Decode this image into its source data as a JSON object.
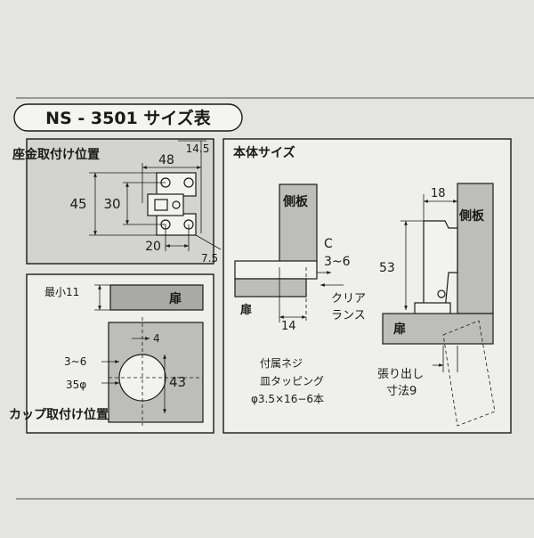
{
  "title": "NS - 3501 サイズ表",
  "base_section": {
    "label": "座金取付け位置",
    "dim_top": "48",
    "dim_corner": "14.5",
    "dim_left_outer": "45",
    "dim_left_inner": "30",
    "dim_bottom": "20",
    "dim_bottom_right": "7.5"
  },
  "cup_section": {
    "label": "カップ取付け位置",
    "min_label": "最小11",
    "door_label": "扉",
    "dim_offset": "3~6",
    "dim_diameter": "35φ",
    "dim_small": "4",
    "dim_height": "43"
  },
  "body_section": {
    "label": "本体サイズ",
    "side_panel_left": "側板",
    "side_panel_right": "側板",
    "door_left": "扉",
    "door_right": "扉",
    "clearance_c": "C",
    "clearance_range": "3~6",
    "clearance_label_1": "クリア",
    "clearance_label_2": "ランス",
    "dim_14": "14",
    "dim_18": "18",
    "dim_53": "53",
    "screw_1": "付属ネジ",
    "screw_2": "皿タッピング",
    "screw_3": "φ3.5×16−6本",
    "projection_1": "張り出し",
    "projection_2": "寸法9"
  }
}
